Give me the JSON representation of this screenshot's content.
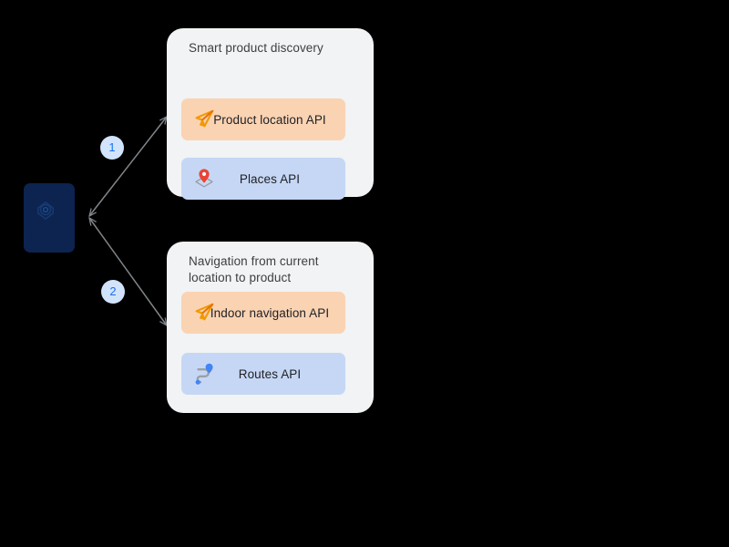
{
  "diagram": {
    "background_color": "#000000",
    "device": {
      "name": "mobile-device",
      "icon": "phone-with-camera-icon",
      "color": "#0d2350"
    },
    "connectors": [
      {
        "name": "connector-1",
        "badge": "1",
        "badge_color": "#d2e3fc",
        "badge_text_color": "#1a73e8",
        "line_color": "#80868b",
        "double_headed": true
      },
      {
        "name": "connector-2",
        "badge": "2",
        "badge_color": "#d2e3fc",
        "badge_text_color": "#1a73e8",
        "line_color": "#80868b",
        "double_headed": true
      }
    ],
    "cards": [
      {
        "title": "Smart product discovery",
        "background": "#f1f3f4",
        "items": [
          {
            "label": "Product location API",
            "icon": "paper-plane-navigation-icon",
            "style": "orange",
            "color": "#fad3b3"
          },
          {
            "label": "Places API",
            "icon": "map-pin-icon",
            "style": "blue",
            "color": "#c6d7f5"
          }
        ]
      },
      {
        "title": "Navigation from current location to product",
        "background": "#f1f3f4",
        "items": [
          {
            "label": "Indoor navigation API",
            "icon": "paper-plane-navigation-icon",
            "style": "orange",
            "color": "#fad3b3"
          },
          {
            "label": "Routes API",
            "icon": "route-path-icon",
            "style": "blue",
            "color": "#c6d7f5"
          }
        ]
      }
    ]
  }
}
